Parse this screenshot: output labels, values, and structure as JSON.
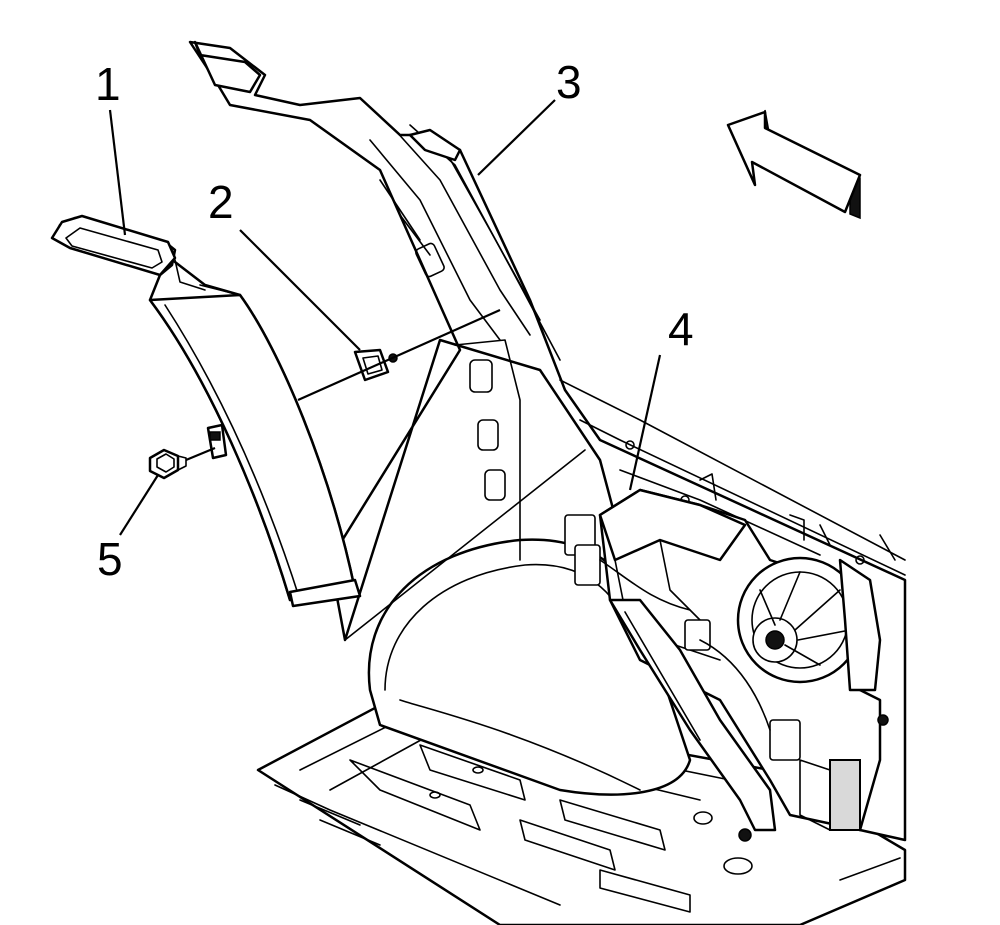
{
  "callouts": [
    {
      "id": "1",
      "label": "1"
    },
    {
      "id": "2",
      "label": "2"
    },
    {
      "id": "3",
      "label": "3"
    },
    {
      "id": "4",
      "label": "4"
    },
    {
      "id": "5",
      "label": "5"
    }
  ],
  "colors": {
    "line": "#000000",
    "background": "#ffffff",
    "arrow_fill": "#ffffff",
    "arrow_shadow": "#000000"
  },
  "icons": {
    "direction_arrow": "front-direction-arrow-icon"
  }
}
